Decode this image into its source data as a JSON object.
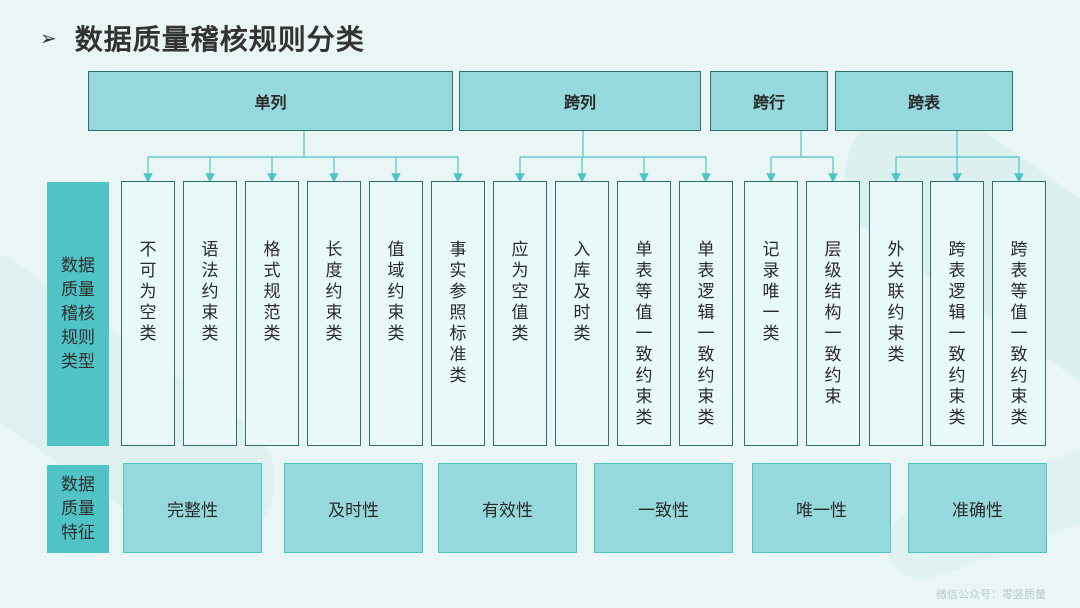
{
  "title": "数据质量稽核规则分类",
  "title_bullet": "➢",
  "categories": [
    "单列",
    "跨列",
    "跨行",
    "跨表"
  ],
  "rule_type_label": "数据质量稽核规则类型",
  "feature_label": "数据质量特征",
  "rules": [
    "不可为空类",
    "语法约束类",
    "格式规范类",
    "长度约束类",
    "值域约束类",
    "事实参照标准类",
    "应为空值类",
    "入库及时类",
    "单表等值一致约束类",
    "单表逻辑一致约束类",
    "记录唯一类",
    "层级结构一致约束",
    "外关联约束类",
    "跨表逻辑一致约束类",
    "跨表等值一致约束类"
  ],
  "features": [
    "完整性",
    "及时性",
    "有效性",
    "一致性",
    "唯一性",
    "准确性"
  ],
  "watermark": "微信公众号：零竖质量",
  "colors": {
    "accent": "#4fc3c6",
    "box": "#95d9dc",
    "border": "#2f6f70",
    "background": "#eaf6f6"
  }
}
